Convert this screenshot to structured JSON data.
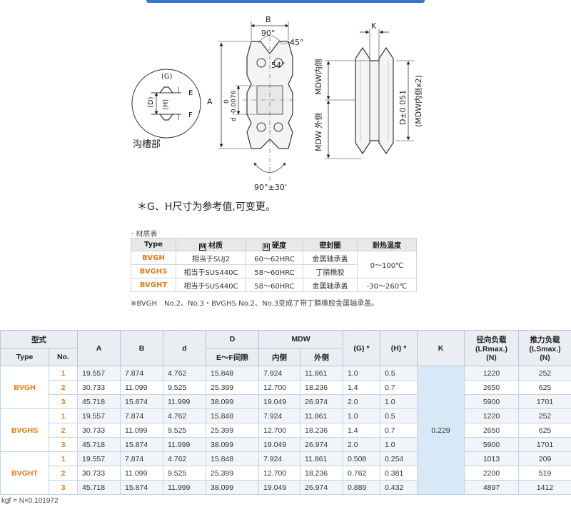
{
  "drawing": {
    "labels": {
      "B": "B",
      "angle90": "90°",
      "angle45": "45°",
      "angle54": "54°",
      "A": "A",
      "d_tol_0": "0",
      "d_tol": "d -0.0076",
      "G": "(G)",
      "D": "(D)",
      "H": "(H)",
      "E": "E",
      "F": "F",
      "groove": "沟槽部",
      "angle_bottom": "90°±30'",
      "K": "K",
      "mdw_in": "MDW内侧",
      "mdw_out": "MDW 外侧",
      "D_tol": "D±0.051",
      "D_x2": "(MDW内侧x2)"
    },
    "note": "＊G、H尺寸为参考值,可变更。"
  },
  "material_table": {
    "title": "· 材质表",
    "headers": {
      "type": "Type",
      "material_mark": "M",
      "material": "材质",
      "hardness_mark": "H",
      "hardness": "硬度",
      "seal": "密封圈",
      "temp": "耐热温度"
    },
    "rows": [
      {
        "type": "BVGH",
        "material": "相当于SUJ2",
        "hardness": "60～62HRC",
        "seal": "金属轴承盖"
      },
      {
        "type": "BVGHS",
        "material": "相当于SUS440C",
        "hardness": "58～60HRC",
        "seal": "丁腈橡胶"
      },
      {
        "type": "BVGHT",
        "material": "相当于SUS440C",
        "hardness": "58～60HRC",
        "seal": "金属轴承盖"
      }
    ],
    "temp_shared": "0～100℃",
    "temp_bvght": "-30～260℃",
    "note": "※BVGH　No.2、No.3・BVGHS No.2、No.3变成了带丁腈橡胶金属轴承盖。"
  },
  "spec_table": {
    "headers": {
      "model": "型式",
      "type": "Type",
      "no": "No.",
      "A": "A",
      "B": "B",
      "d": "d",
      "D": "D",
      "D_sub": "E～F间隙",
      "MDW": "MDW",
      "mdw_in": "内侧",
      "mdw_out": "外侧",
      "G": "(G) *",
      "H": "(H) *",
      "K": "K",
      "LR": "径向负载",
      "LR_sub": "(LRmax.)",
      "LR_unit": "(N)",
      "LS": "推力负载",
      "LS_sub": "(LSmax.)",
      "LS_unit": "(N)"
    },
    "K_value": "0.229",
    "groups": [
      {
        "type": "BVGH",
        "rows": [
          {
            "no": "1",
            "A": "19.557",
            "B": "7.874",
            "d": "4.762",
            "D": "15.848",
            "mdw_in": "7.924",
            "mdw_out": "11.861",
            "G": "1.0",
            "H": "0.5",
            "LR": "1220",
            "LS": "252"
          },
          {
            "no": "2",
            "A": "30.733",
            "B": "11.099",
            "d": "9.525",
            "D": "25.399",
            "mdw_in": "12.700",
            "mdw_out": "18.236",
            "G": "1.4",
            "H": "0.7",
            "LR": "2650",
            "LS": "625"
          },
          {
            "no": "3",
            "A": "45.718",
            "B": "15.874",
            "d": "11.999",
            "D": "38.099",
            "mdw_in": "19.049",
            "mdw_out": "26.974",
            "G": "2.0",
            "H": "1.0",
            "LR": "5900",
            "LS": "1701"
          }
        ]
      },
      {
        "type": "BVGHS",
        "rows": [
          {
            "no": "1",
            "A": "19.557",
            "B": "7.874",
            "d": "4.762",
            "D": "15.848",
            "mdw_in": "7.924",
            "mdw_out": "11.861",
            "G": "1.0",
            "H": "0.5",
            "LR": "1220",
            "LS": "252"
          },
          {
            "no": "2",
            "A": "30.733",
            "B": "11.099",
            "d": "9.525",
            "D": "25.399",
            "mdw_in": "12.700",
            "mdw_out": "18.236",
            "G": "1.4",
            "H": "0.7",
            "LR": "2650",
            "LS": "625"
          },
          {
            "no": "3",
            "A": "45.718",
            "B": "15.874",
            "d": "11.999",
            "D": "38.099",
            "mdw_in": "19.049",
            "mdw_out": "26.974",
            "G": "2.0",
            "H": "1.0",
            "LR": "5900",
            "LS": "1701"
          }
        ]
      },
      {
        "type": "BVGHT",
        "rows": [
          {
            "no": "1",
            "A": "19.557",
            "B": "7.874",
            "d": "4.762",
            "D": "15.848",
            "mdw_in": "7.924",
            "mdw_out": "11.861",
            "G": "0.508",
            "H": "0.254",
            "LR": "1013",
            "LS": "209"
          },
          {
            "no": "2",
            "A": "30.733",
            "B": "11.099",
            "d": "9.525",
            "D": "25.399",
            "mdw_in": "12.700",
            "mdw_out": "18.236",
            "G": "0.762",
            "H": "0.381",
            "LR": "2200",
            "LS": "519"
          },
          {
            "no": "3",
            "A": "45.718",
            "B": "15.874",
            "d": "11.999",
            "D": "38.099",
            "mdw_in": "19.049",
            "mdw_out": "26.974",
            "G": "0.889",
            "H": "0.432",
            "LR": "4897",
            "LS": "1412"
          }
        ]
      }
    ],
    "footnote": "kgf = N×0.101972"
  },
  "colors": {
    "accent_blue": "#3a78c9",
    "type_orange": "#e07b1a",
    "k_cell_blue": "#d7e9f6"
  }
}
